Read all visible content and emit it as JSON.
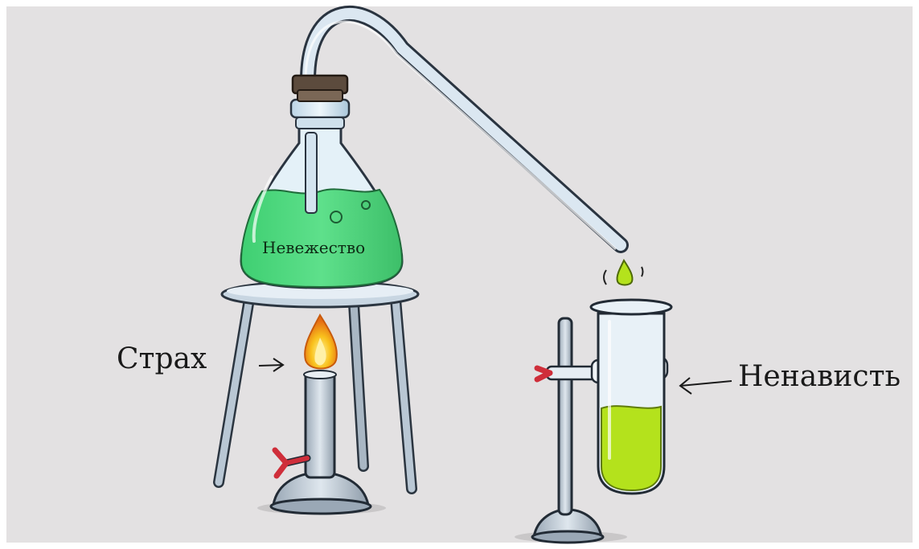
{
  "labels": {
    "flask_liquid": "Невежество",
    "burner": "Страх",
    "test_tube": "Ненависть"
  },
  "colors": {
    "background": "#e3e1e2",
    "flask_liquid": "#4fd67d",
    "tube_liquid": "#b4e21c",
    "glass": "#cfe3ee",
    "metal": "#b7c5d1",
    "cork": "#5a4a3c",
    "flame": "#f7b51b",
    "valve": "#d8323d"
  },
  "icons": [
    "erlenmeyer-flask-icon",
    "bunsen-burner-icon",
    "tripod-stand-icon",
    "test-tube-icon",
    "clamp-stand-icon",
    "arrow-icon"
  ]
}
